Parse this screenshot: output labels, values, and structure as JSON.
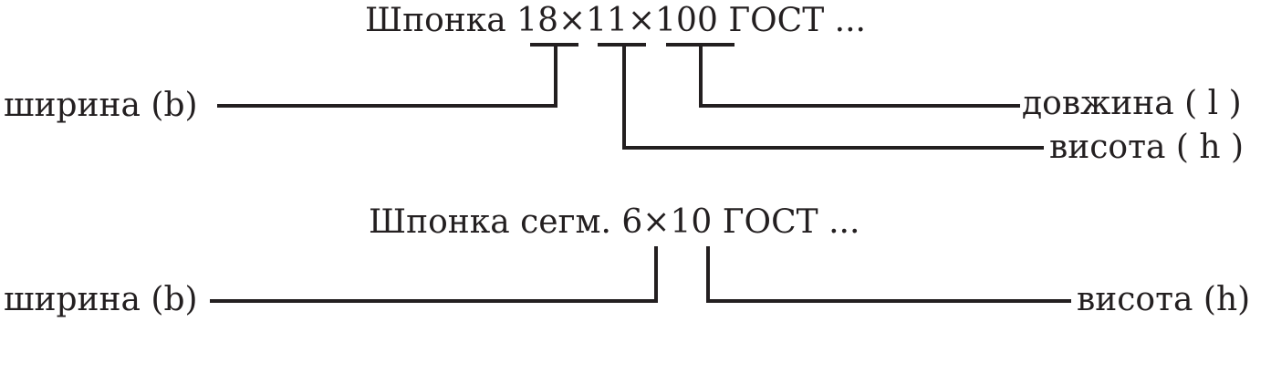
{
  "diagram": {
    "colors": {
      "ink": "#231f20",
      "background": "#ffffff"
    },
    "example1": {
      "prefix": "Шпонка",
      "dimensions": [
        "18",
        "11",
        "100"
      ],
      "separator": "×",
      "suffix": "ГОСТ ...",
      "labels": {
        "width": "ширина (b)",
        "length": "довжина ( l )",
        "height": "висота ( h )"
      }
    },
    "example2": {
      "prefix": "Шпонка сегм.",
      "dimensions": [
        "6",
        "10"
      ],
      "separator": "×",
      "suffix": "ГОСТ ...",
      "labels": {
        "width": "ширина (b)",
        "height": "висота (h)"
      }
    }
  }
}
